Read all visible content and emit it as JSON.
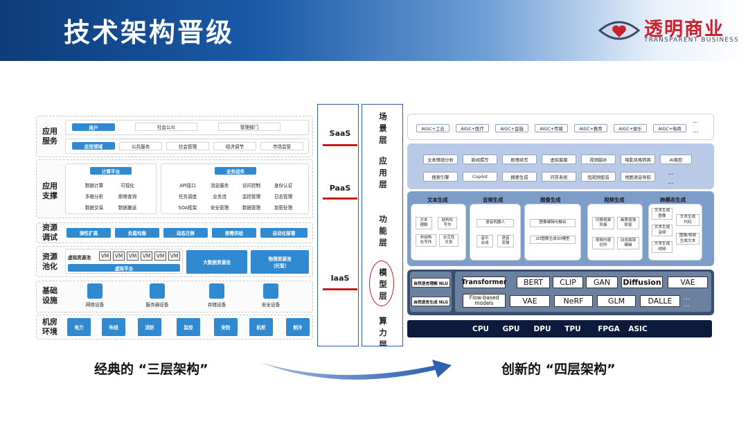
{
  "header": {
    "title": "技术架构晋级",
    "logo_text": "透明商业",
    "logo_sub": "TRANSPARENT BUSINESS"
  },
  "left": {
    "rows": [
      {
        "label": "应用\n服务"
      },
      {
        "label": "应用\n支撑"
      },
      {
        "label": "资源\n调试"
      },
      {
        "label": "资源\n池化"
      },
      {
        "label": "基础\n设施"
      },
      {
        "label": "机房\n环境"
      }
    ],
    "app_service": {
      "r1_tag": "用户",
      "r1_items": [
        "社会公众",
        "管理部门"
      ],
      "r2_tag": "应用领域",
      "r2_items": [
        "公共服务",
        "社会管理",
        "经济调节",
        "市场监管"
      ]
    },
    "compute_platform": {
      "title": "计算平台",
      "items": [
        "数据计算",
        "可视化",
        "多维分析",
        "即席查询",
        "数据交易",
        "数据搬运"
      ]
    },
    "business_components": {
      "title": "业务组件",
      "items": [
        "API接口",
        "消息服务",
        "访问控制",
        "身份认证",
        "任务调度",
        "业务流",
        "监控管理",
        "日志管理",
        "SOA框架",
        "安全管理",
        "数据管理",
        "加密处理"
      ]
    },
    "scheduling": [
      "弹性扩展",
      "负载均衡",
      "动态迁移",
      "按需供给",
      "自动化部署"
    ],
    "pool": {
      "vpool_label": "虚拟资源池",
      "vm": "VM",
      "virtual_platform": "虚拟平台",
      "bigdata": "大数据资源池",
      "physical": "物理资源池\n（托管）"
    },
    "infra": [
      "网络设备",
      "服务器设备",
      "存储设备",
      "安全设备"
    ],
    "room": [
      "电力",
      "布线",
      "消防",
      "监控",
      "安防",
      "机柜",
      "制冷"
    ]
  },
  "middle": {
    "layers": [
      "SaaS",
      "PaaS",
      "IaaS"
    ],
    "four_layers": [
      "场\n景\n层",
      "应\n用\n层",
      "功\n能\n层",
      "模\n型\n层",
      "算\n力\n层"
    ]
  },
  "right": {
    "scene": [
      "AIGC+工业",
      "AIGC+医疗",
      "AIGC+金融",
      "AIGC+传媒",
      "AIGC+教育",
      "AIGC+娱乐",
      "AIGC+电商"
    ],
    "ellipsis": "...",
    "app_row1": [
      "文本情感分析",
      "新闻撰写",
      "剧情续写",
      "虚拟客服",
      "视频脑补",
      "电影风格转换",
      "AI换脸"
    ],
    "app_row2": [
      "搜索引擎",
      "Copilot",
      "摘要生成",
      "问答系统",
      "短视频配音",
      "地图语音导航"
    ],
    "func": [
      {
        "title": "文本生成",
        "items": [
          "文本\n理解",
          "结构化\n写作",
          "非结构\n化写作",
          "交互性\n文本"
        ]
      },
      {
        "title": "音频生成",
        "items": [
          "语音机器人",
          "音乐\n合成",
          "语音\n克隆"
        ]
      },
      {
        "title": "图像生成",
        "items": [
          "图像编辑与融合",
          "2D图像生成3D模型"
        ]
      },
      {
        "title": "视频生成",
        "items": [
          "切换视频\n风格",
          "画质增强\n修复",
          "视频内容\n创作",
          "动态面部\n编辑"
        ]
      },
      {
        "title": "跨模态生成",
        "items": [
          "文本生成\n图像",
          "文本生成\n代码",
          "文本生成\n音频",
          "图像/视频\n生成文本",
          "文本生成\n视频"
        ]
      }
    ],
    "nlu": "自然语言理解 NLU",
    "nlg": "自然语言生成 NLG",
    "models_r1": [
      "Transformer",
      "BERT",
      "CLIP",
      "GAN",
      "Diffusion",
      "VAE"
    ],
    "models_r2": [
      "Flow-based\nmodels",
      "VAE",
      "NeRF",
      "GLM",
      "DALLE"
    ],
    "chips": [
      "CPU",
      "GPU",
      "DPU",
      "TPU",
      "FPGA",
      "ASIC"
    ]
  },
  "captions": {
    "left": "经典的 “三层架构”",
    "right": "创新的 “四层架构”"
  },
  "colors": {
    "accent_blue": "#2f8ad1",
    "dark_navy": "#0c1a3c",
    "red": "#c81b1b"
  }
}
